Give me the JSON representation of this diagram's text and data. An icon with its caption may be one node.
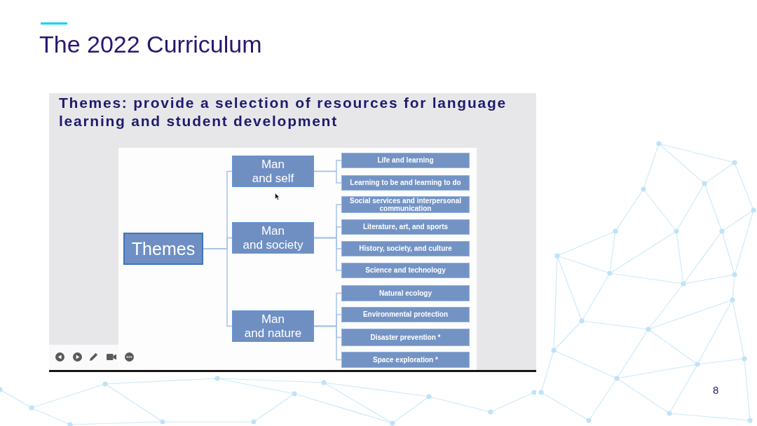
{
  "diagram": {
    "title": "The 2022 Curriculum",
    "nodes": [
      {
        "text": [
          "Themes"
        ]
      },
      {
        "text": [
          "Man and self"
        ]
      },
      {
        "text": [
          "Man and society"
        ]
      },
      {
        "text": [
          "Man and nature"
        ]
      },
      {
        "text": [
          "Life and learning"
        ]
      },
      {
        "text": [
          "Learning to be and learning to do"
        ]
      },
      {
        "text": [
          "Social services and interpersonal communication"
        ]
      },
      {
        "text": [
          "Literature, art, and sports"
        ]
      },
      {
        "text": [
          "History, society, and culture"
        ]
      },
      {
        "text": [
          "Science and technology"
        ]
      },
      {
        "text": [
          "Natural ecology"
        ]
      },
      {
        "text": [
          "Environmental protection"
        ]
      },
      {
        "text": [
          "Disaster prevention *"
        ]
      },
      {
        "text": [
          "Space exploration *"
        ]
      }
    ],
    "edges": [
      {
        "from": 0,
        "to": 1,
        "arrow": "none"
      },
      {
        "from": 0,
        "to": 2,
        "arrow": "none"
      },
      {
        "from": 0,
        "to": 3,
        "arrow": "none"
      },
      {
        "from": 1,
        "to": 4,
        "arrow": "none"
      },
      {
        "from": 1,
        "to": 5,
        "arrow": "none"
      },
      {
        "from": 2,
        "to": 6,
        "arrow": "none"
      },
      {
        "from": 2,
        "to": 7,
        "arrow": "none"
      },
      {
        "from": 2,
        "to": 8,
        "arrow": "none"
      },
      {
        "from": 2,
        "to": 9,
        "arrow": "none"
      },
      {
        "from": 3,
        "to": 10,
        "arrow": "none"
      },
      {
        "from": 3,
        "to": 11,
        "arrow": "none"
      },
      {
        "from": 3,
        "to": 12,
        "arrow": "none"
      },
      {
        "from": 3,
        "to": 13,
        "arrow": "none"
      }
    ],
    "labels": [
      "Themes: provide a selection of resources for language learning and student development",
      "8"
    ]
  }
}
